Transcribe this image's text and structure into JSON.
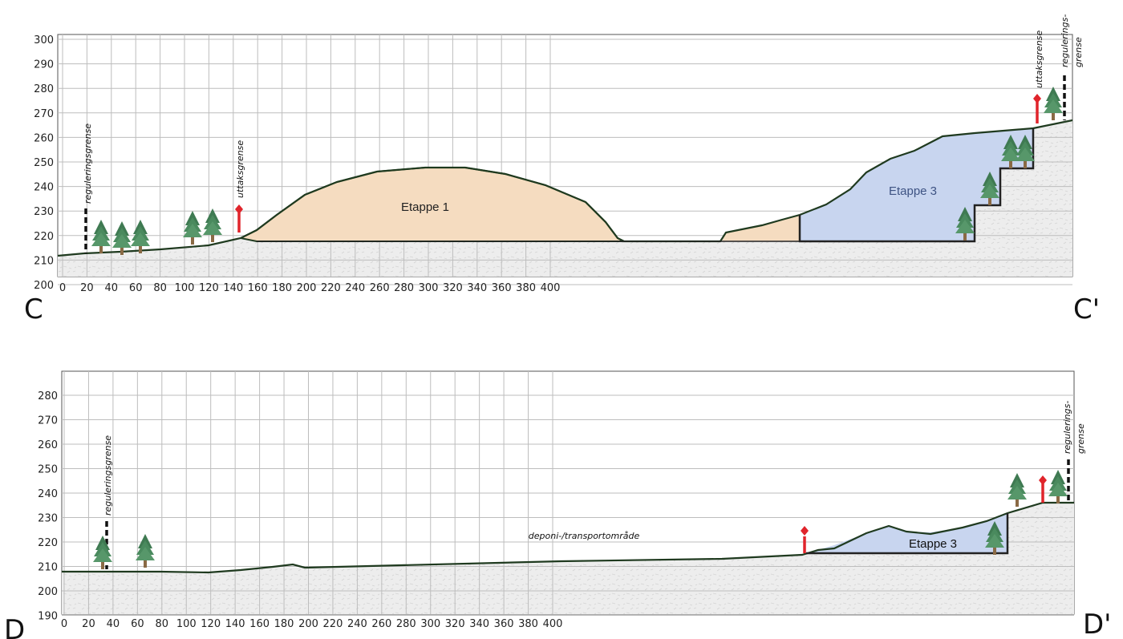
{
  "sections": [
    {
      "id": "C",
      "start_label": "C",
      "end_label": "C'",
      "x_ticks": [
        "0",
        "20",
        "40",
        "60",
        "80",
        "100",
        "120",
        "140",
        "160",
        "180",
        "200",
        "220",
        "240",
        "260",
        "280",
        "300",
        "320",
        "340",
        "360",
        "380",
        "400"
      ],
      "y_ticks": [
        "200",
        "210",
        "220",
        "230",
        "240",
        "250",
        "260",
        "270",
        "280",
        "290",
        "300"
      ],
      "stages": [
        {
          "label": "Etappe 1",
          "color": "#f5dcc0",
          "label_color": "#222222"
        },
        {
          "label": "Etappe 3",
          "color": "#c8d5ef",
          "label_color": "#3e5383"
        }
      ],
      "boundaries": [
        {
          "label": "reguleringsgrense",
          "kind": "regulering"
        },
        {
          "label": "uttaksgrense",
          "kind": "uttak"
        },
        {
          "label": "uttaksgrense",
          "kind": "uttak"
        },
        {
          "label": "regulerings-",
          "label2": "grense",
          "kind": "regulering"
        }
      ]
    },
    {
      "id": "D",
      "start_label": "D",
      "end_label": "D'",
      "x_ticks": [
        "0",
        "20",
        "40",
        "60",
        "80",
        "100",
        "120",
        "140",
        "160",
        "180",
        "200",
        "220",
        "240",
        "260",
        "280",
        "300",
        "320",
        "340",
        "360",
        "380",
        "400"
      ],
      "y_ticks": [
        "190",
        "200",
        "210",
        "220",
        "230",
        "240",
        "250",
        "260",
        "270",
        "280"
      ],
      "area_label": "deponi-/transportområde",
      "stages": [
        {
          "label": "Etappe 3",
          "color": "#c8d5ef",
          "label_color": "#111111"
        }
      ],
      "boundaries": [
        {
          "label": "reguleringsgrense",
          "kind": "regulering"
        },
        {
          "label": "regulerings-",
          "label2": "grense",
          "kind": "regulering"
        }
      ]
    }
  ],
  "colors": {
    "grid": "#bdbdbd",
    "rock": "#e9e9e9",
    "terrain": "#1f3a1f",
    "uttak_marker": "#e0242b",
    "regulering_marker": "#111111"
  }
}
